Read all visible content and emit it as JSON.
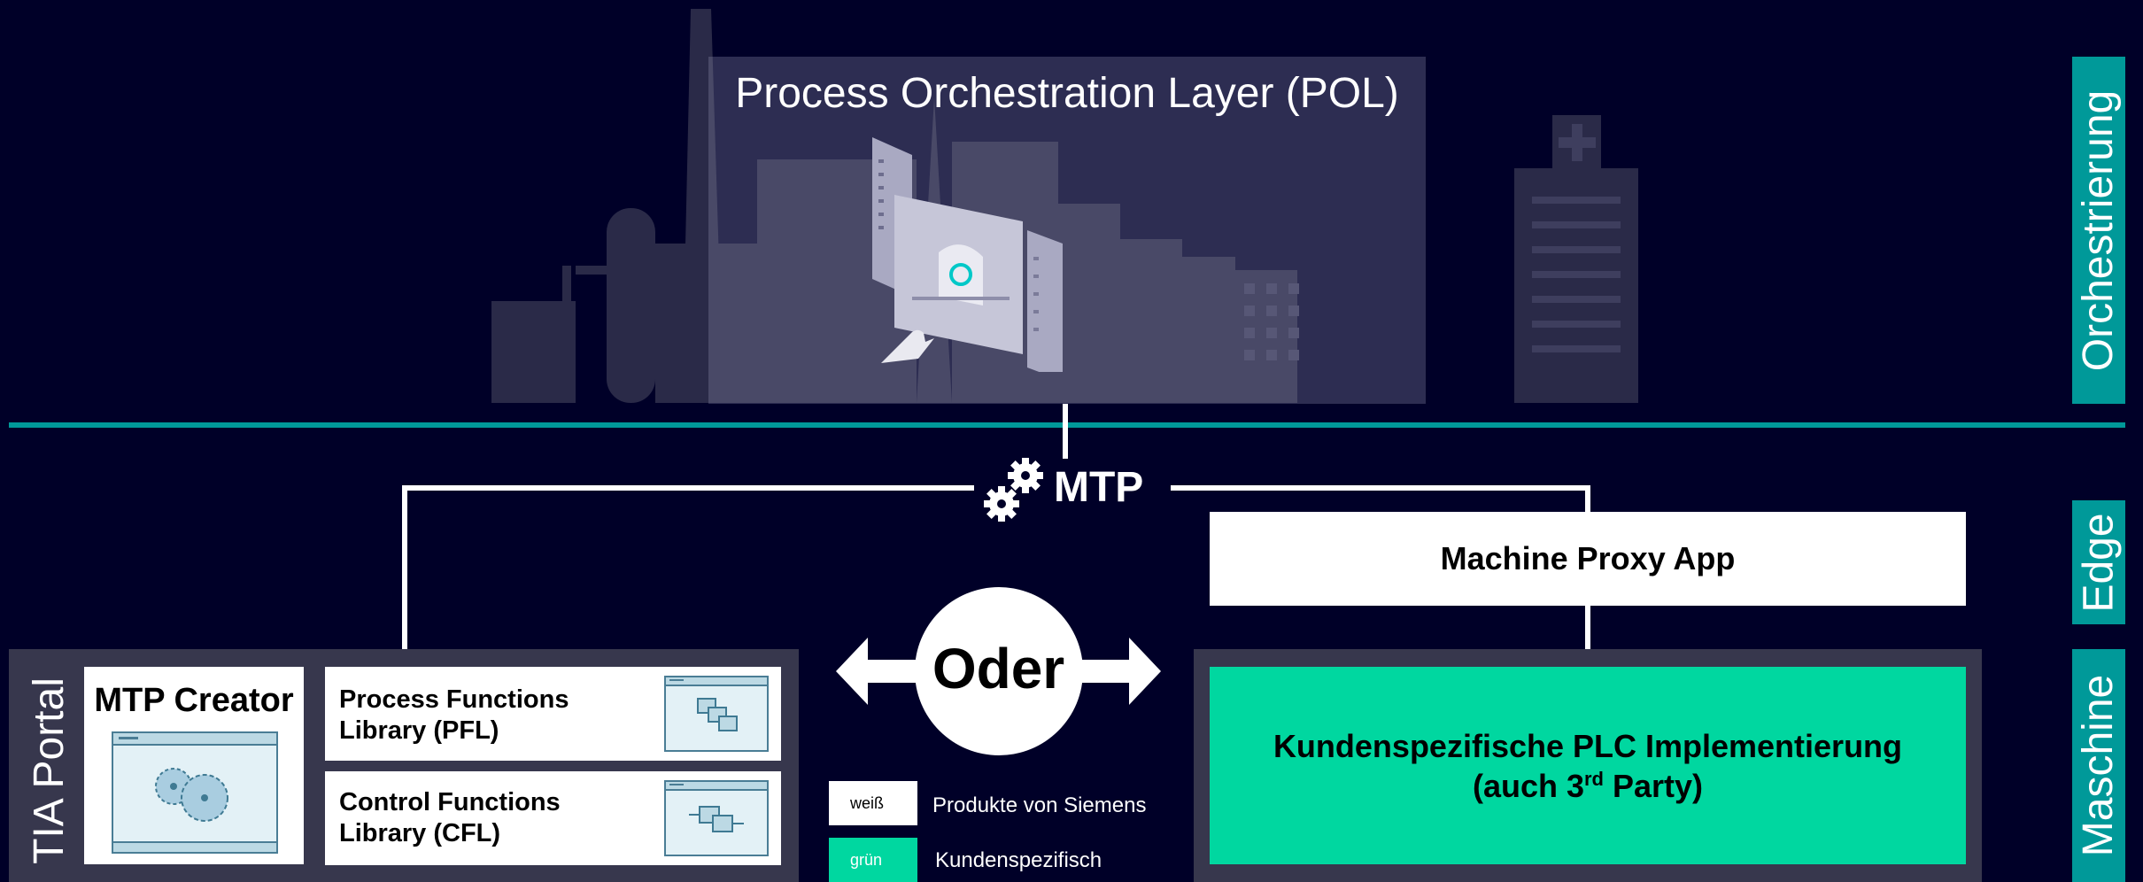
{
  "orchestration": {
    "pol_title": "Process Orchestration Layer (POL)",
    "side_label": "Orchestrierung"
  },
  "edge": {
    "mtp_label": "MTP",
    "proxy_app": "Machine Proxy App",
    "side_label": "Edge"
  },
  "machine": {
    "side_label": "Maschine",
    "tia_label": "TIA Portal",
    "mtp_creator": "MTP Creator",
    "pfl_line1": "Process Functions",
    "pfl_line2": "Library (PFL)",
    "cfl_line1": "Control Functions",
    "cfl_line2": "Library (CFL)",
    "oder": "Oder",
    "plc_line1": "Kundenspezifische PLC Implementierung",
    "plc_line2_pre": "(auch 3",
    "plc_line2_sup": "rd",
    "plc_line2_post": " Party)"
  },
  "legend": {
    "white_swatch": "weiß",
    "white_label": "Produkte von Siemens",
    "green_swatch": "grün",
    "green_label": "Kundenspezifisch"
  },
  "colors": {
    "background": "#000028",
    "accent_teal": "#009999",
    "customer_green": "#00d7a0",
    "panel": "#37374d"
  }
}
